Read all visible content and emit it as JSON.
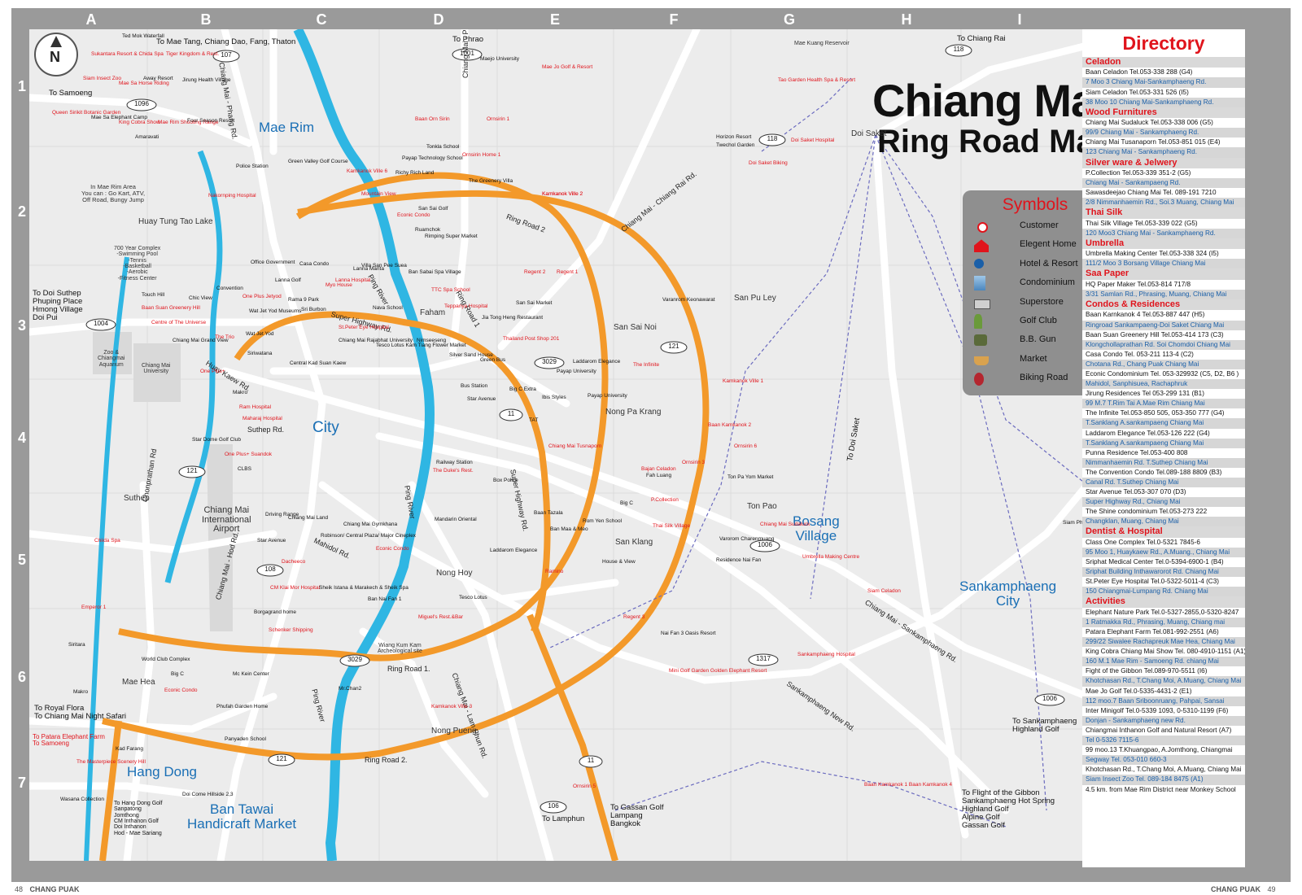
{
  "header": {
    "title_line1": "Chiang Mai",
    "title_line2": "Ring Road Map",
    "compass": "N"
  },
  "grid": {
    "columns": [
      "A",
      "B",
      "C",
      "D",
      "E",
      "F",
      "G",
      "H",
      "I"
    ],
    "rows": [
      "1",
      "2",
      "3",
      "4",
      "5",
      "6",
      "7"
    ]
  },
  "colors": {
    "ring_road": "#f3992a",
    "river": "#2fb6e3",
    "road": "#ffffff",
    "map_bg": "#ececec",
    "frame": "#9a9a9a",
    "red_text": "#e0141c",
    "blue_text": "#1a5fa8"
  },
  "symbols": {
    "title": "Symbols",
    "items": [
      {
        "label": "Customer",
        "icon": "customer-dot-icon"
      },
      {
        "label": "Elegent Home",
        "icon": "house-icon"
      },
      {
        "label": "Hotel & Resort",
        "icon": "hotel-icon"
      },
      {
        "label": "Condominium",
        "icon": "condominium-icon"
      },
      {
        "label": "Superstore",
        "icon": "superstore-icon"
      },
      {
        "label": "Golf Club",
        "icon": "golfer-icon"
      },
      {
        "label": "B.B. Gun",
        "icon": "bb-gun-icon"
      },
      {
        "label": "Market",
        "icon": "basket-icon"
      },
      {
        "label": "Biking Road",
        "icon": "cyclist-icon"
      }
    ]
  },
  "map_labels": {
    "places_large": [
      {
        "id": "mae-rim",
        "text": "Mae Rim"
      },
      {
        "id": "city",
        "text": "City"
      },
      {
        "id": "bosang",
        "text": "Bosang\nVillage"
      },
      {
        "id": "sankamphaeng",
        "text": "Sankamphaeng\nCity"
      },
      {
        "id": "hang-dong",
        "text": "Hang Dong"
      },
      {
        "id": "ban-tawai",
        "text": "Ban Tawai\nHandicraft Market"
      }
    ],
    "directions": [
      {
        "id": "to-mae-tang",
        "text": "To Mae Tang, Chiang Dao, Fang, Thaton"
      },
      {
        "id": "to-phrao",
        "text": "To Phrao"
      },
      {
        "id": "to-chiang-rai",
        "text": "To Chiang Rai"
      },
      {
        "id": "to-samoeng-1",
        "text": "To Samoeng"
      },
      {
        "id": "to-doi-suthep",
        "text": "To Doi Suthep\nPhuping Place\nHmong Village\nDoi Pui"
      },
      {
        "id": "to-royal-flora",
        "text": "To Royal Flora\nTo Chiang Mai Night Safari"
      },
      {
        "id": "to-patara",
        "text": "To Patara Elephant Farm\nTo Samoeng"
      },
      {
        "id": "to-sankamphaeng-golf",
        "text": "To Sankamphaeng\nHighland Golf"
      },
      {
        "id": "to-flight-gibbon",
        "text": "To Flight of the Gibbon\nSankamphaeng Hot Spring\nHighland Golf\nAlpine Golf\nGassan Golf"
      },
      {
        "id": "to-gassan",
        "text": "To Gassan Golf\nLampang\nBangkok"
      },
      {
        "id": "to-lamphun",
        "text": "To Lamphun"
      },
      {
        "id": "to-doi-saket",
        "text": "To Doi Saket"
      },
      {
        "id": "to-hang-dong-golf",
        "text": "To Hang Dong Golf\nSanpatong\nJomthong\nCM Inthanon Golf\nDoi Inthanon\nHod - Mae Sariang"
      }
    ],
    "roads": [
      {
        "id": "ring-road-1",
        "text": "Ring Road 1"
      },
      {
        "id": "ring-road-1b",
        "text": "Ring Road 1."
      },
      {
        "id": "ring-road-2",
        "text": "Ring Road 2"
      },
      {
        "id": "ring-road-2b",
        "text": "Ring Road 2."
      },
      {
        "id": "super-highway",
        "text": "Super Highway Rd."
      },
      {
        "id": "super-highway-v",
        "text": "Super Highway Rd."
      },
      {
        "id": "chiang-mai-phang-rd",
        "text": "Chiang Mai - Phang Rd."
      },
      {
        "id": "chiang-mai-phrao-rd",
        "text": "Chiang Mai - Phrao Rd."
      },
      {
        "id": "chiang-mai-chiang-rai-rd",
        "text": "Chiang Mai - Chiang Rai Rd."
      },
      {
        "id": "huay-kaew",
        "text": "Huay Kaew Rd."
      },
      {
        "id": "suthep-rd",
        "text": "Suthep Rd."
      },
      {
        "id": "mahidol-rd",
        "text": "Mahidol Rd."
      },
      {
        "id": "chiang-mai-hod-rd",
        "text": "Chiang Mai - Hod Rd."
      },
      {
        "id": "chonprathan-rd",
        "text": "Chonprathan Rd"
      },
      {
        "id": "ping-river",
        "text": "Ping River"
      },
      {
        "id": "ping-river-2",
        "text": "Ping River"
      },
      {
        "id": "ping-river-3",
        "text": "Ping River"
      },
      {
        "id": "sankamphaeng-rd",
        "text": "Chiang Mai - Sankamphaeng Rd."
      },
      {
        "id": "sankamphaeng-new-rd",
        "text": "Sankamphaeng New Rd."
      },
      {
        "id": "lamphun-rd",
        "text": "Chiang Mai - Lam Phun Rd."
      },
      {
        "id": "doi-saket-rd",
        "text": "To Doi Saket"
      }
    ],
    "route_numbers": [
      "107",
      "1001",
      "118",
      "1096",
      "118",
      "1004",
      "3029",
      "121",
      "11",
      "121",
      "1006",
      "108",
      "3029",
      "1317",
      "1006",
      "121",
      "11",
      "106"
    ],
    "areas_gray": [
      {
        "id": "faham",
        "text": "Faham"
      },
      {
        "id": "san-sai-noi",
        "text": "San Sai Noi"
      },
      {
        "id": "nong-pa-krang",
        "text": "Nong Pa Krang"
      },
      {
        "id": "ton-pao",
        "text": "Ton Pao"
      },
      {
        "id": "san-klang",
        "text": "San Klang"
      },
      {
        "id": "nong-hoy",
        "text": "Nong Hoy"
      },
      {
        "id": "nong-pueng",
        "text": "Nong Pueng"
      },
      {
        "id": "mae-hea",
        "text": "Mae Hea"
      },
      {
        "id": "suthep",
        "text": "Suthep"
      },
      {
        "id": "san-pu-ley",
        "text": "San Pu Ley"
      },
      {
        "id": "doi-saket",
        "text": "Doi Saket"
      },
      {
        "id": "chiang-mai-university",
        "text": "Chiang Mai\nUniversity"
      },
      {
        "id": "airport",
        "text": "Chiang Mai\nInternational\nAirport"
      },
      {
        "id": "mae-rim-area",
        "text": "In Mae Rim Area\nYou can : Go Kart, ATV,\nOff Road, Bungy Jump"
      },
      {
        "id": "huay-tung-tao",
        "text": "Huay Tung Tao Lake"
      },
      {
        "id": "700-year",
        "text": "700 Year Complex\n-Swimming Pool\n-Tennis\n-Basketball\n-Aerobic\n-Fitness Center"
      },
      {
        "id": "wiang-kum-kam",
        "text": "Wiang Kum Kam\nArcheological site"
      },
      {
        "id": "mae-kuang",
        "text": "Mae Kuang Reservoir"
      },
      {
        "id": "zoo",
        "text": "Zoo &\nChiangmai\nAquarium"
      }
    ],
    "points_red": [
      "Sukantara Resort & Chida Spa",
      "Tiger Kingdom & Rest.",
      "Siam Insect Zoo",
      "Mae Sa Horse Riding",
      "Queen Sirikit Botanic Garden",
      "King Cobra Show",
      "Mae Rim Shooting Range",
      "Nakornping Hospital",
      "Kamkanok Ville 6",
      "Mountain View",
      "Baan Orn Sirin",
      "Ornsirin 1",
      "Ornsirin Home 1",
      "Mae Jo Golf & Resort",
      "Kamkanok Ville 2",
      "Tao Garden Health Spa & Resort",
      "Doi Saket Hospital",
      "Doi Saket Biking",
      "Kamkanok Ville 2",
      "Econic Condo",
      "Regent 2",
      "Regent 1",
      "Myo House",
      "Lanna Hospital",
      "TTC Spa School",
      "Teppanya Hospital",
      "One Plus Jetyod",
      "Baan Suan Greenery Hill",
      "Centre of The Universe",
      "The Trio",
      "St.Peter Eye Hospital",
      "Thailand Post Shop 201",
      "The Infinite",
      "Kamkanok Ville 1",
      "Baan Kamkanok 2",
      "Ornsirin 6",
      "Ornsirin 3",
      "Ram Hospital",
      "Maharaj Hospital",
      "One Plus+",
      "One Plus+ Suandok",
      "The Duke's Rest.",
      "Chiang Mai Tusnaporn",
      "Bajan Celadon",
      "P.Collection",
      "Thai Silk Village",
      "Chiang Mai Sudaluck",
      "Umbrella Making Centre",
      "Chiida Spa",
      "Dacheeco",
      "CM Klai Mor Hospital",
      "Econic Condo",
      "Ramino",
      "Siam Celadon",
      "Regent 3",
      "Miguel's Rest.&Bar",
      "Emperor 1",
      "Schenker Shipping",
      "Econic Condo",
      "Kamkanok Ville 3",
      "The Masterpiece Scenery Hill",
      "Mini Golf Garden Golden Elephant Resort",
      "Sankamphaeng Hospital",
      "Baan Kamkanok 1 Baan Kamkanok 4",
      "Ornsirin 5"
    ],
    "points_black": [
      "Ted Mok Waterfall",
      "Mae Sa Elephant Camp",
      "Amaravati",
      "Away Resort",
      "Jirung Health Village",
      "Four Season Resort",
      "Police Station",
      "Green Valley Golf Course",
      "Maejo University",
      "Tonkla School",
      "Payap Technology School",
      "Richy Rich Land",
      "The Greenery Villa",
      "Horizon Resort",
      "Twechol Garden",
      "San Sai Golf",
      "Ruamchok",
      "Rimping Super Market",
      "Office Government",
      "Casa Condo",
      "Lanna Golf",
      "Convention",
      "Rama 9 Park",
      "Sri Burbon",
      "Wat Jet Yod Museums",
      "Touch Hill",
      "Chic View",
      "Nava School",
      "Wat Jet Yod",
      "Lanna Manta",
      "Villa San Pee Suea",
      "Ban Sabai Spa Village",
      "San Sai Market",
      "Jia Tong Heng Restaurant",
      "Varanrom Keonawarat",
      "Nimseeseng",
      "Chiang Mai Rajabhat University",
      "Tesco Lotus Kam Tiang Flower Market",
      "Silver Sand House",
      "Green Bus",
      "Bus Station",
      "Star Avenue",
      "Big C Extra",
      "Payap University",
      "Laddarom Elegance",
      "Payap University",
      "Ibis Styles",
      "Chiang Mai Grand View",
      "Siriwatana",
      "Central Kad Suan Kaew",
      "Makro",
      "TAT",
      "Railway Station",
      "Box Police",
      "Fah Luang",
      "Ton Pa Yom Market",
      "Star Dome Golf Club",
      "CLBS",
      "Driving Range",
      "Chiang Mai Land",
      "Chiang Mai Gymkhana",
      "Mandarin Oriental",
      "Baan Tazala",
      "Rom Yen School",
      "Big C",
      "Ban Maa & Meo",
      "Robinson/ Central Plaza/ Major Cineplex",
      "Star Avenue",
      "Laddarom Elegance",
      "House & View",
      "Varorom Charenmuang",
      "Residence Nai Fan",
      "Sheik Istana & Marakech & Sheik Spa",
      "Ban Nai Fan 1",
      "Tesco Lotus",
      "Borgagrand home",
      "Nai Fan 3 Oasis Resort",
      "Siritara",
      "World Club Complex",
      "Big C",
      "Mc Kein Center",
      "Mr.Chan2",
      "Makro",
      "Phufah Garden Home",
      "Panyaden School",
      "Kad Farang",
      "Doi Come Hillside 2,3",
      "Wasana Collection",
      "Siam Phompathan"
    ]
  },
  "directory": {
    "title": "Directory",
    "sections": [
      {
        "name": "Celadon",
        "items": [
          "Baan Celadon Tel.053-338 288 (G4)",
          "7 Moo 3 Chiang Mai-Sankamphaeng Rd.",
          "Siam Celadon Tel.053-331 526 (I5)",
          "38 Moo 10 Chiang Mai-Sankamphaeng Rd."
        ]
      },
      {
        "name": "Wood Furnitures",
        "items": [
          "Chiang Mai Sudaluck Tel.053-338 006 (G5)",
          "99/9 Chiang Mai - Sankamphaeng Rd.",
          "Chiang Mai Tusanaporn Tel.053-851 015 (E4)",
          "123 Chiang Mai - Sankamphaeng Rd."
        ]
      },
      {
        "name": "Silver ware & Jelwery",
        "items": [
          "P.Collection Tel.053-339 351-2 (G5)",
          "Chiang Mai - Sankampaeng Rd.",
          "Sawasdeejao Chiang Mai Tel. 089-191 7210",
          "2/8 Nimmanhaemin Rd., Soi.3 Muang, Chiang Mai"
        ]
      },
      {
        "name": "Thai Silk",
        "items": [
          "Thai Silk Village Tel.053-339 022 (G5)",
          "120 Moo3 Chiang Mai - Sankamphaeng Rd."
        ]
      },
      {
        "name": "Umbrella",
        "items": [
          "Umbrella Making Center Tel.053-338 324 (I5)",
          "111/2 Moo 3 Borsang Village Chiang Mai"
        ]
      },
      {
        "name": "Saa Paper",
        "items": [
          "HQ Paper Maker Tel.053-814 717/8",
          "3/31 Samlan Rd., Phrasing, Muang, Chiang Mai"
        ]
      },
      {
        "name": "Condos & Residences",
        "items": [
          "Baan Karnkanok 4 Tel.053-887 447 (H5)",
          "Ringroad Sankampaeng-Doi Saket Chiang Mai",
          "Baan Suan Greenery Hill Tel.053-414 173 (C3)",
          "Klongchollaprathan Rd. Soi Chomdoi Chiang Mai",
          "Casa Condo Tel. 053-211 113-4 (C2)",
          "Chotana Rd., Chang Puak Chiang Mai",
          "Econic Condominium Tel. 053-329932 (C5, D2, B6 )",
          "Mahidol, Sanphisuea, Rachaphruk",
          "Jirung Residences Tel 053-299 131 (B1)",
          "99 M.7 T.Rim Tai A.Mae Rim Chiang Mai",
          "The Infinite Tel.053-850 505, 053-350 777 (G4)",
          "T.Sanklang A.sankampaeng Chiang Mai",
          "Laddarom Elegance Tel.053-126 222 (G4)",
          "T.Sanklang A.sankampaeng Chiang Mai",
          "Punna Residence Tel.053-400 808",
          "Nimmanhaemin Rd. T.Suthep Chiang Mai",
          "The Convention Condo Tel.089-188 8809 (B3)",
          "Canal Rd. T.Suthep Chiang Mai",
          "Star Avenue Tel.053-307 070 (D3)",
          "Super Highway Rd., Chiang Mai",
          "The Shine condominium Tel.053-273 222",
          "Changklan, Muang, Chiang Mai"
        ]
      },
      {
        "name": "Dentist & Hospital",
        "items": [
          "Class One Complex Tel.0-5321 7845-6",
          "95 Moo 1, Huaykaew Rd., A.Muang., Chiang Mai",
          "Sriphat Medical Center Tel.0-5394-6900-1 (B4)",
          "Sriphat Building Inthawarorot Rd. Chiang Mai",
          "St.Peter Eye Hospital Tel.0-5322-5011-4 (C3)",
          "150 Chiangmai-Lumpang Rd. Chiang Mai"
        ]
      },
      {
        "name": "Activities",
        "items": [
          "Elephant Nature Park Tel.0-5327-2855,0-5320-8247",
          "1 Ratmakka Rd., Phrasing, Muang, Chiang mai",
          "Patara Elephant Farm Tel.081-992-2551 (A6)",
          "299/22 Siwalee Rachapreuk Mae Hea, Chiang Mai",
          "King Cobra Chiang Mai Show Tel. 080-4910-1151 (A1)",
          "160 M.1 Mae Rim - Samoeng Rd. chiang Mai",
          "Fight of the Gibbon Tel.089-970-5511 (I6)",
          "Khotchasan Rd., T.Chang Moi, A.Muang, Chiang Mai",
          "Mae Jo Golf Tel.0-5335-4431-2 (E1)",
          "112 moo.7 Baan Sriboonruang, Pahpai, Sansai",
          "Inter Minigolf Tel.0-5339 1093, 0-5310-1199 (F6)",
          "Donjan - Sankamphaeng new Rd.",
          "Chiangmai Inthanon Golf and Natural Resort (A7)",
          "Tel 0-5326 7115-6",
          "99 moo.13 T.Khuangpao, A.Jomthong, Chiangmai",
          "Segway Tel. 053-010 660-3",
          "Khotchasan Rd., T.Chang Moi, A.Muang, Chiang Mai",
          "Siam Insect Zoo Tel. 089-184 8475 (A1)",
          "4.5 km. from Mae Rim District near Monkey School"
        ]
      }
    ]
  },
  "footer": {
    "left_page": "48",
    "right_page": "49",
    "publisher": "CHANG PUAK"
  }
}
